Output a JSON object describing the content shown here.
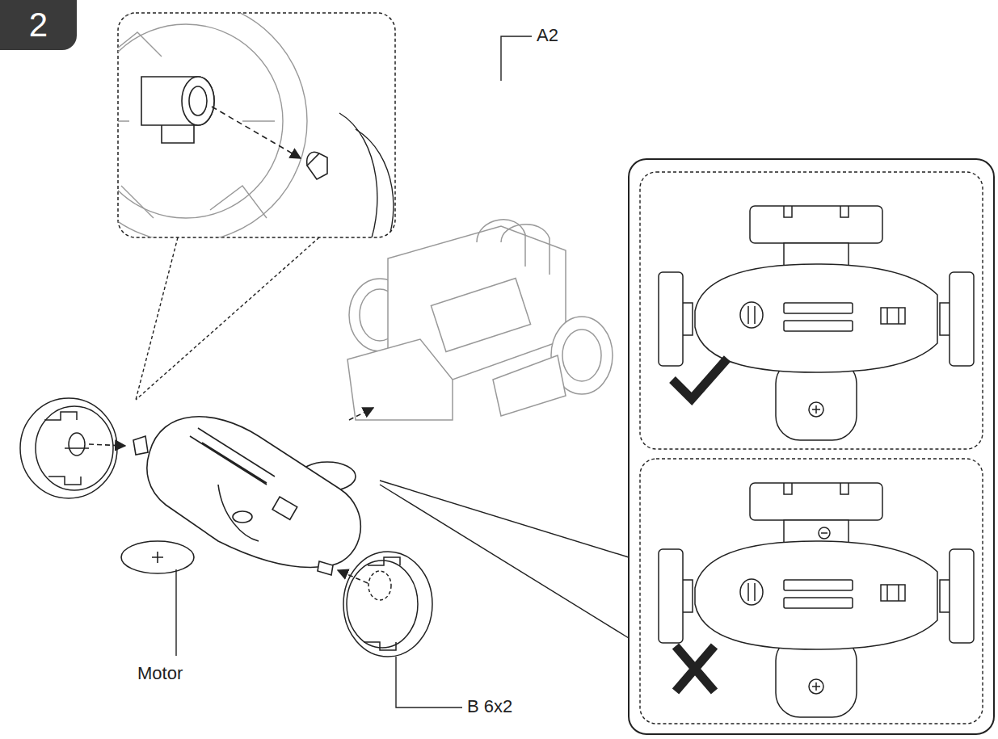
{
  "diagram": {
    "nodes": [
      {
        "text": [
          "2"
        ]
      }
    ],
    "labels": [
      "A2",
      "Motor",
      "B 6x2"
    ]
  }
}
